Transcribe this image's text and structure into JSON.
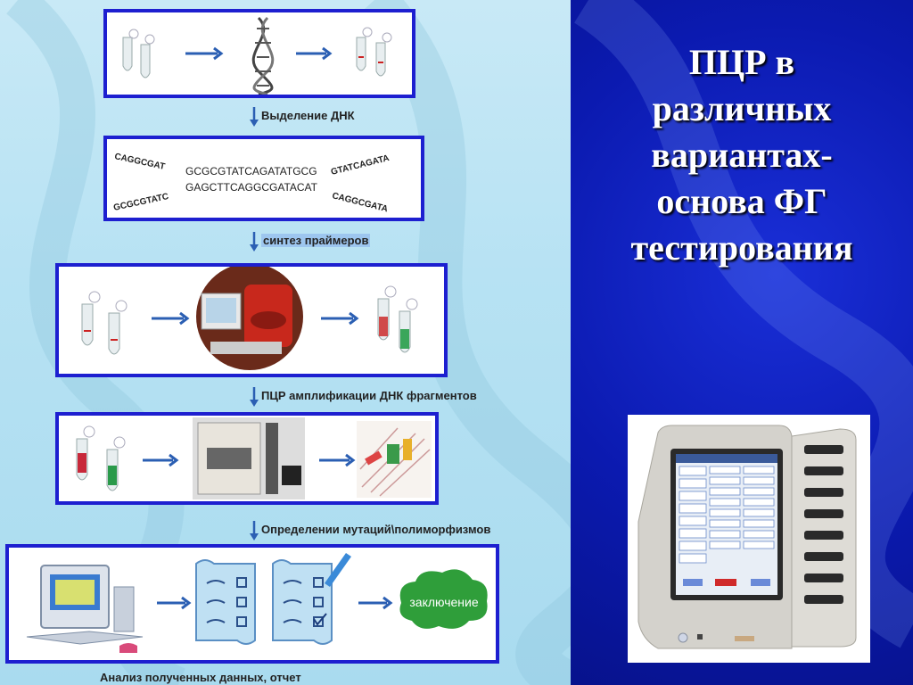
{
  "title_lines": [
    "ПЦР в",
    "различных",
    "вариантах-",
    "основа ФГ",
    "тестирования"
  ],
  "steps": {
    "s1": "Выделение ДНК",
    "s2": "синтез праймеров",
    "s3": "ПЦР амплификации ДНК фрагментов",
    "s4": "Определении мутаций\\полиморфизмов",
    "s5": "Анализ полученных данных, отчет"
  },
  "sequences": {
    "left_top": "CAGGCGAT",
    "left_bottom": "GCGCGTATC",
    "center_top": "GCGCGTATCAGATATGCG",
    "center_bottom": "GAGCTTCAGGCGATACAT",
    "right_top": "GTATCAGATA",
    "right_bottom": "CAGGCGATA"
  },
  "conclusion_label": "заключение",
  "colors": {
    "box_border": "#1d1fd0",
    "arrow": "#2b5fb3",
    "right_bg": "#0b1ab0",
    "conclusion": "#2f9e3a"
  }
}
